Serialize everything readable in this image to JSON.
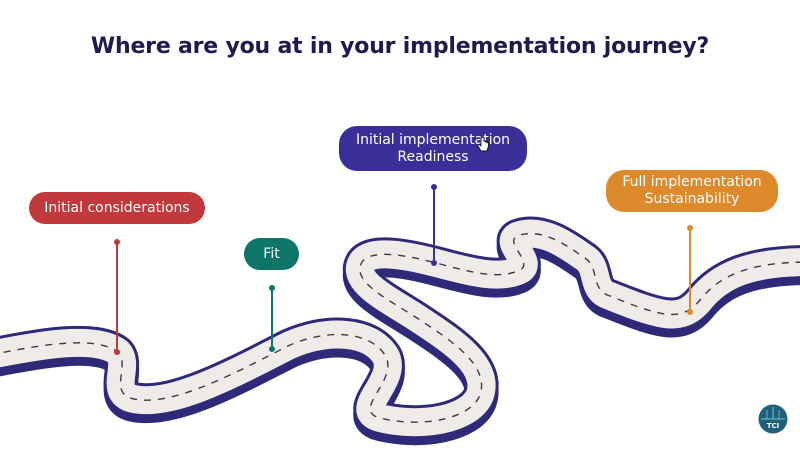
{
  "heading": "Where are you at in your implementation journey?",
  "stages": [
    {
      "label_line1": "Initial considerations",
      "label_line2": "",
      "color": "#c0393d"
    },
    {
      "label_line1": "Fit",
      "label_line2": "",
      "color": "#0f7568"
    },
    {
      "label_line1": "Initial implementation",
      "label_line2": "Readiness",
      "color": "#3a2f99"
    },
    {
      "label_line1": "Full implementation",
      "label_line2": "Sustainability",
      "color": "#dc8a2c"
    }
  ],
  "logo": {
    "text": "TCI",
    "icon": "tci-logo-icon",
    "color": "#1f5f7a"
  },
  "colors": {
    "title": "#1f1c4d",
    "road_fill": "#efebe8",
    "road_edge": "#2e2a78",
    "road_dash": "#3a3a4a"
  }
}
